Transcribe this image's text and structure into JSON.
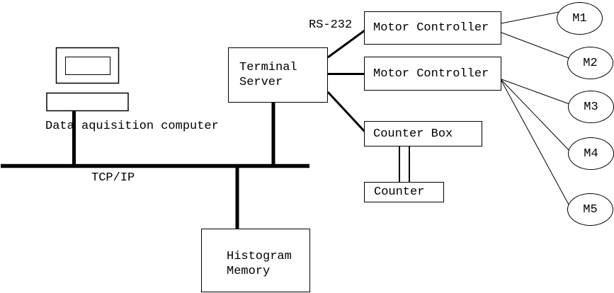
{
  "colors": {
    "ink": "#000000",
    "background": "#ffffff"
  },
  "icons": {
    "computer": "desktop-computer-icon"
  },
  "diagram": {
    "computer_label": "Data aquisition computer",
    "bus_label": "TCP/IP",
    "serial_label": "RS-232",
    "terminal_server_line1": "Terminal",
    "terminal_server_line2": "Server",
    "motor_controller_top": "Motor Controller",
    "motor_controller_bottom": "Motor Controller",
    "counter_box": "Counter Box",
    "counter": "Counter",
    "histogram_line1": "Histogram",
    "histogram_line2": "Memory",
    "motors": [
      "M1",
      "M2",
      "M3",
      "M4",
      "M5"
    ]
  }
}
